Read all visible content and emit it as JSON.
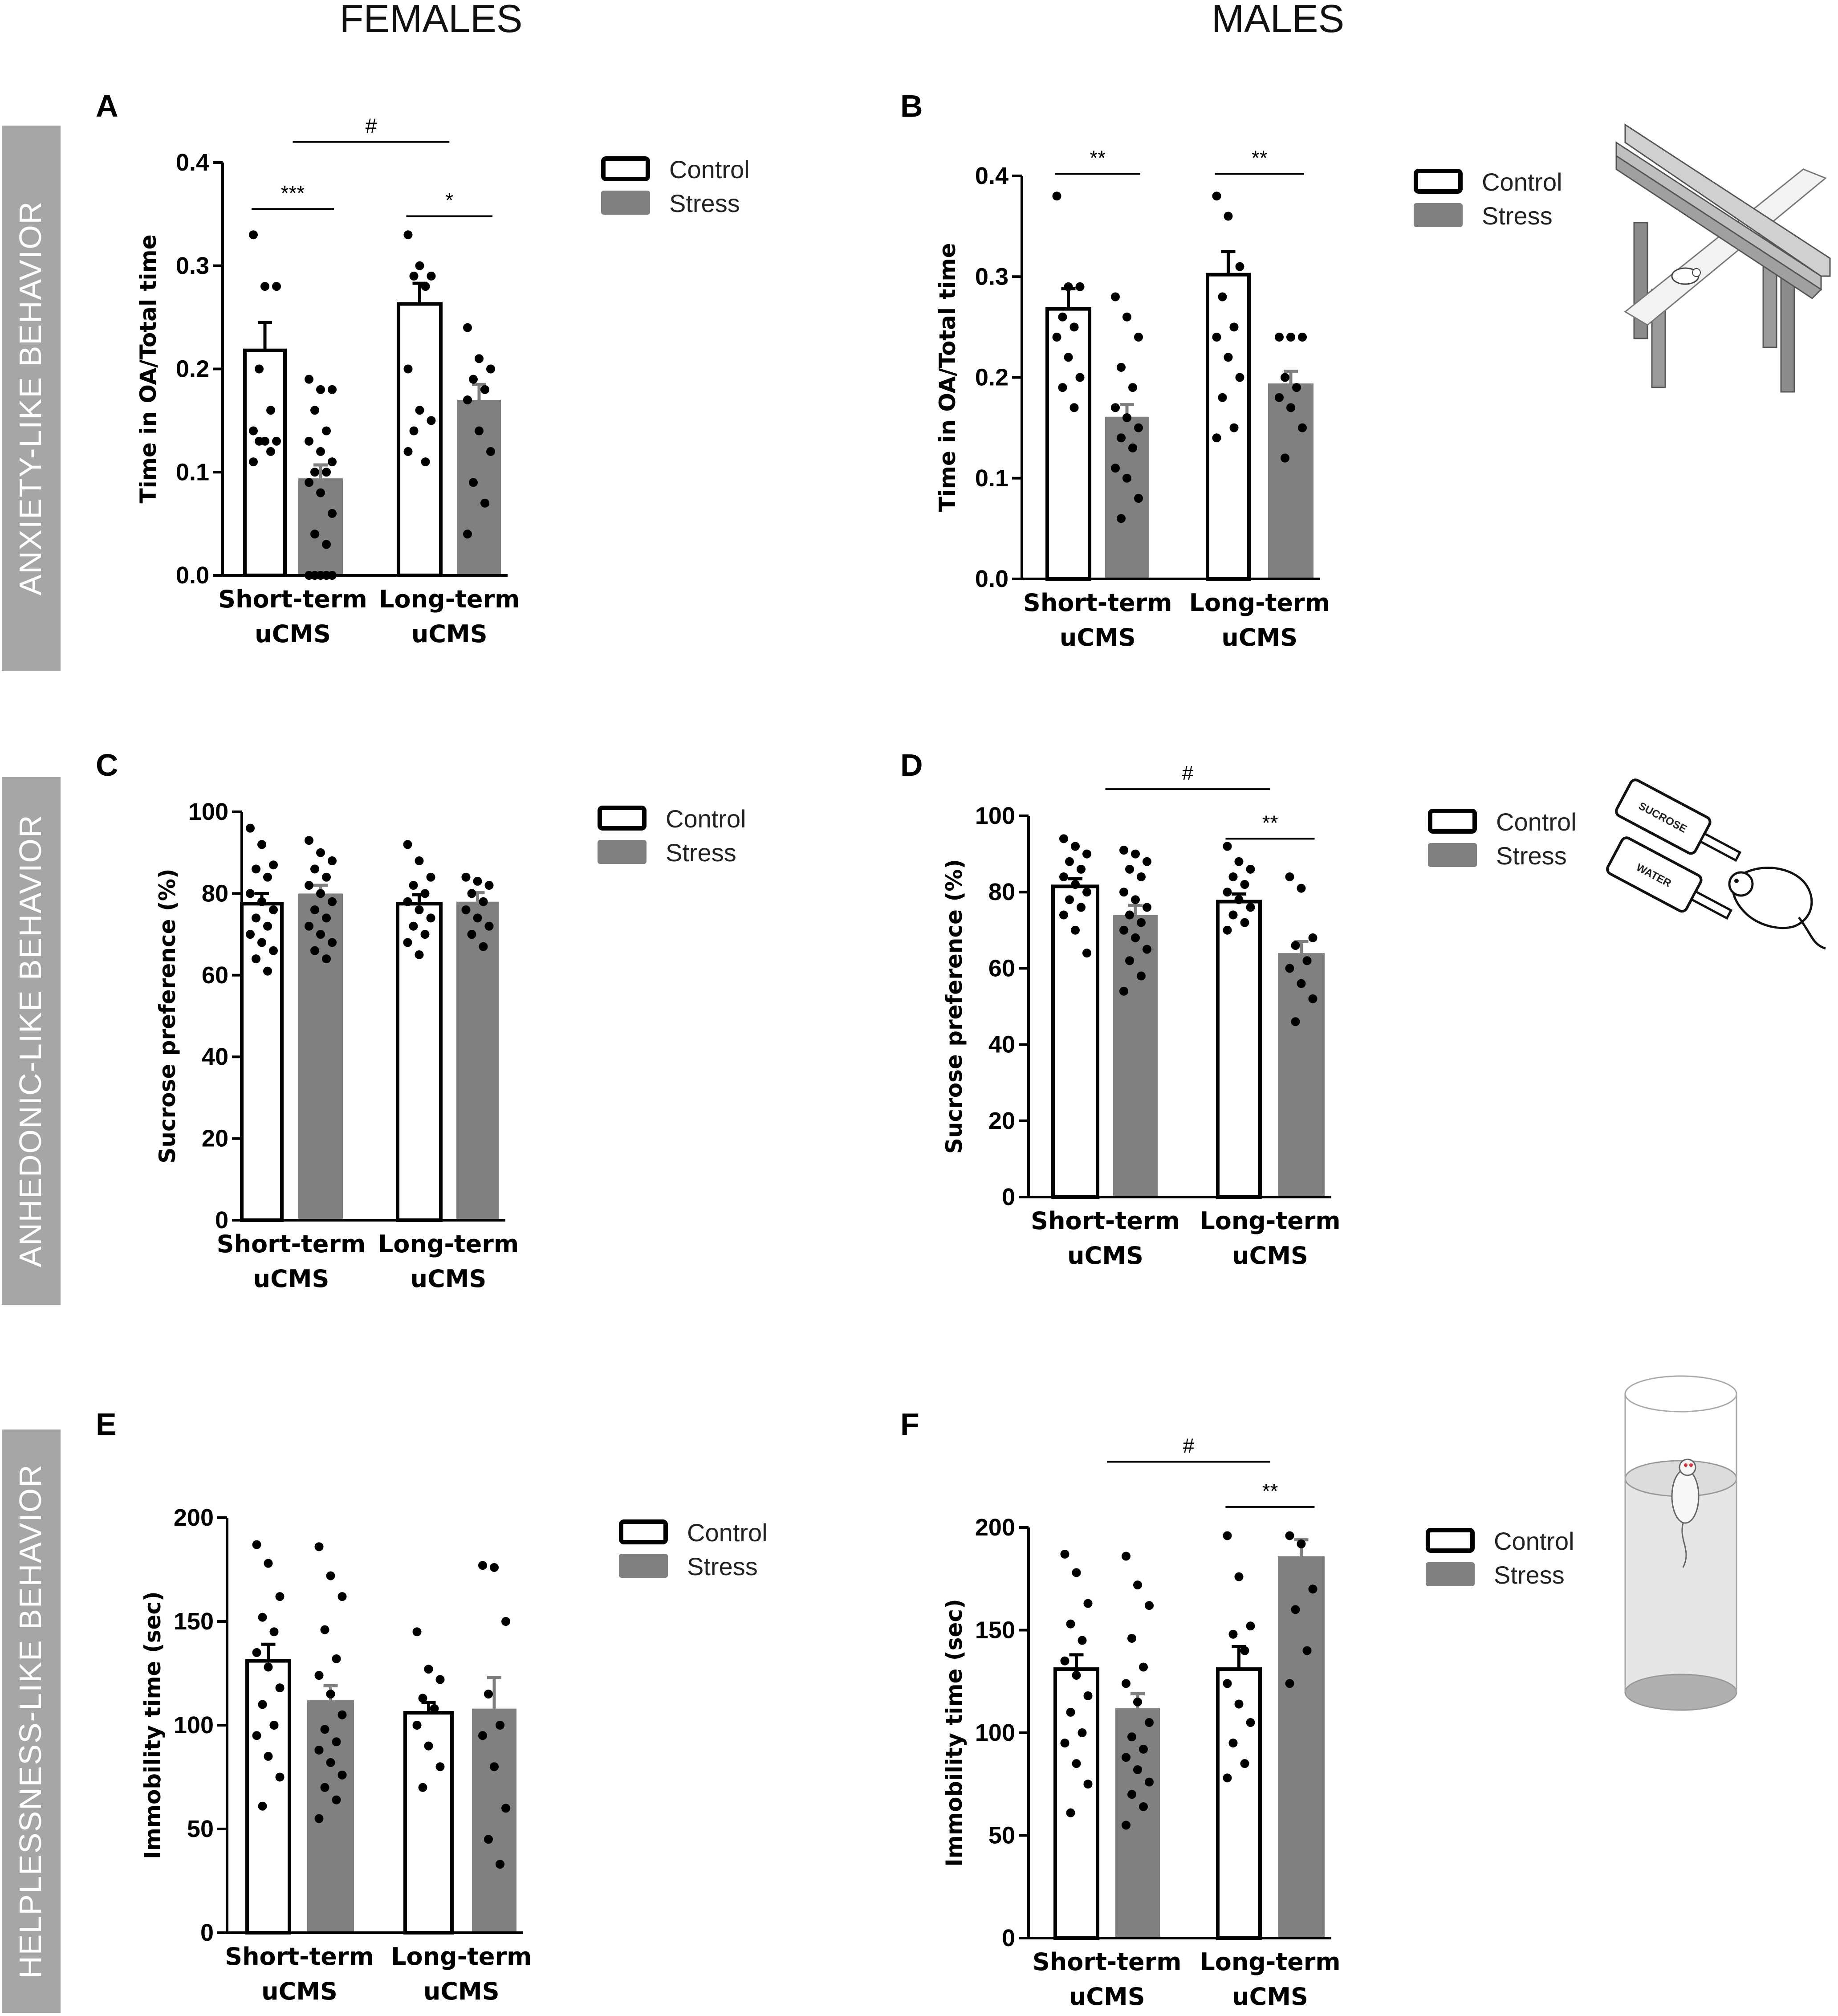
{
  "column_titles": [
    "FEMALES",
    "MALES"
  ],
  "row_labels": [
    "ANXIETY-LIKE BEHAVIOR",
    "ANHEDONIC-LIKE BEHAVIOR",
    "HELPLESSNESS-LIKE BEHAVIOR"
  ],
  "legend": {
    "control": "Control",
    "stress": "Stress"
  },
  "icons": {
    "sucrose_label": "SUCROSE",
    "water_label": "WATER"
  },
  "colors": {
    "stress_bar": "#808080",
    "control_bar": "#ffffff",
    "bar_outline": "#000000",
    "row_label_bg": "#a6a6a6"
  },
  "chart_data": [
    {
      "panel": "A",
      "type": "bar",
      "ylabel": "Time in OA/Total time",
      "categories": [
        "Short-term uCMS",
        "Long-term uCMS"
      ],
      "yticks": [
        "0.0",
        "0.1",
        "0.2",
        "0.3",
        "0.4"
      ],
      "ylim": [
        0,
        0.4
      ],
      "series": [
        {
          "name": "Control",
          "values": [
            0.218,
            0.263
          ],
          "sem": [
            0.027,
            0.02
          ],
          "points": [
            [
              0.33,
              0.28,
              0.28,
              0.2,
              0.16,
              0.14,
              0.13,
              0.13,
              0.13,
              0.12,
              0.11
            ],
            [
              0.33,
              0.3,
              0.29,
              0.29,
              0.28,
              0.2,
              0.16,
              0.15,
              0.14,
              0.11,
              0.12
            ]
          ]
        },
        {
          "name": "Stress",
          "values": [
            0.094,
            0.17
          ],
          "sem": [
            0.013,
            0.015
          ],
          "points": [
            [
              0.19,
              0.18,
              0.18,
              0.16,
              0.14,
              0.13,
              0.12,
              0.11,
              0.1,
              0.1,
              0.09,
              0.08,
              0.06,
              0.04,
              0.03,
              0,
              0,
              0,
              0,
              0
            ],
            [
              0.24,
              0.21,
              0.2,
              0.19,
              0.18,
              0.17,
              0.14,
              0.12,
              0.09,
              0.07,
              0.04
            ]
          ]
        }
      ],
      "significance": [
        {
          "label": "***",
          "from": [
            0,
            0
          ],
          "to": [
            0,
            1
          ],
          "y": 0.355
        },
        {
          "label": "*",
          "from": [
            1,
            0
          ],
          "to": [
            1,
            1
          ],
          "y": 0.348
        },
        {
          "label": "#",
          "from": [
            0,
            0.5
          ],
          "to": [
            1,
            0.5
          ],
          "y": 0.42
        }
      ]
    },
    {
      "panel": "B",
      "type": "bar",
      "ylabel": "Time in OA/Total time",
      "categories": [
        "Short-term uCMS",
        "Long-term uCMS"
      ],
      "yticks": [
        "0.0",
        "0.1",
        "0.2",
        "0.3",
        "0.4"
      ],
      "ylim": [
        0,
        0.4
      ],
      "series": [
        {
          "name": "Control",
          "values": [
            0.268,
            0.302
          ],
          "sem": [
            0.02,
            0.023
          ],
          "points": [
            [
              0.38,
              0.29,
              0.29,
              0.26,
              0.25,
              0.24,
              0.22,
              0.2,
              0.19,
              0.17
            ],
            [
              0.38,
              0.36,
              0.31,
              0.28,
              0.25,
              0.24,
              0.22,
              0.2,
              0.18,
              0.15,
              0.14
            ]
          ]
        },
        {
          "name": "Stress",
          "values": [
            0.161,
            0.194
          ],
          "sem": [
            0.012,
            0.012
          ],
          "points": [
            [
              0.28,
              0.26,
              0.24,
              0.21,
              0.19,
              0.17,
              0.16,
              0.15,
              0.14,
              0.13,
              0.11,
              0.1,
              0.08,
              0.06
            ],
            [
              0.24,
              0.24,
              0.24,
              0.2,
              0.19,
              0.18,
              0.17,
              0.15,
              0.12
            ]
          ]
        }
      ],
      "significance": [
        {
          "label": "**",
          "from": [
            0,
            0
          ],
          "to": [
            0,
            1
          ],
          "y": 0.402
        },
        {
          "label": "**",
          "from": [
            1,
            0
          ],
          "to": [
            1,
            1
          ],
          "y": 0.402
        }
      ]
    },
    {
      "panel": "C",
      "type": "bar",
      "ylabel": "Sucrose preference (%)",
      "categories": [
        "Short-term uCMS",
        "Long-term uCMS"
      ],
      "yticks": [
        "0",
        "20",
        "40",
        "60",
        "80",
        "100"
      ],
      "ylim": [
        0,
        100
      ],
      "series": [
        {
          "name": "Control",
          "values": [
            77.5,
            77.5
          ],
          "sem": [
            2.5,
            2.2
          ],
          "points": [
            [
              96,
              92,
              87,
              86,
              84,
              80,
              78,
              76,
              74,
              72,
              70,
              68,
              66,
              64,
              61
            ],
            [
              92,
              88,
              84,
              82,
              80,
              78,
              76,
              74,
              72,
              70,
              68,
              65
            ]
          ]
        },
        {
          "name": "Stress",
          "values": [
            80,
            78
          ],
          "sem": [
            2,
            2.2
          ],
          "points": [
            [
              93,
              90,
              88,
              86,
              84,
              82,
              80,
              78,
              76,
              74,
              72,
              70,
              68,
              66,
              64
            ],
            [
              84,
              83,
              82,
              80,
              78,
              76,
              74,
              72,
              70,
              67
            ]
          ]
        }
      ],
      "significance": []
    },
    {
      "panel": "D",
      "type": "bar",
      "ylabel": "Sucrose preference (%)",
      "categories": [
        "Short-term uCMS",
        "Long-term uCMS"
      ],
      "yticks": [
        "0",
        "20",
        "40",
        "60",
        "80",
        "100"
      ],
      "ylim": [
        0,
        100
      ],
      "series": [
        {
          "name": "Control",
          "values": [
            81.5,
            77.5
          ],
          "sem": [
            2,
            2
          ],
          "points": [
            [
              94,
              92,
              90,
              88,
              86,
              84,
              82,
              80,
              78,
              76,
              74,
              70,
              64
            ],
            [
              92,
              88,
              86,
              84,
              82,
              80,
              78,
              76,
              74,
              72,
              70
            ]
          ]
        },
        {
          "name": "Stress",
          "values": [
            74,
            64
          ],
          "sem": [
            2.5,
            3
          ],
          "points": [
            [
              91,
              90,
              88,
              86,
              84,
              80,
              78,
              76,
              74,
              72,
              70,
              68,
              65,
              62,
              58,
              54
            ],
            [
              84,
              81,
              68,
              66,
              62,
              60,
              56,
              52,
              46
            ]
          ]
        }
      ],
      "significance": [
        {
          "label": "**",
          "from": [
            1,
            0
          ],
          "to": [
            1,
            1
          ],
          "y": 94
        },
        {
          "label": "#",
          "from": [
            0,
            0.5
          ],
          "to": [
            1,
            0.5
          ],
          "y": 107
        }
      ]
    },
    {
      "panel": "E",
      "type": "bar",
      "ylabel": "Immobility time (sec)",
      "categories": [
        "Short-term uCMS",
        "Long-term uCMS"
      ],
      "yticks": [
        "0",
        "50",
        "100",
        "150",
        "200"
      ],
      "ylim": [
        0,
        200
      ],
      "series": [
        {
          "name": "Control",
          "values": [
            131,
            106
          ],
          "sem": [
            8,
            5
          ],
          "points": [
            [
              187,
              178,
              162,
              152,
              145,
              135,
              128,
              118,
              110,
              100,
              95,
              85,
              75,
              61
            ],
            [
              145,
              127,
              122,
              113,
              108,
              100,
              90,
              80,
              70
            ]
          ]
        },
        {
          "name": "Stress",
          "values": [
            112,
            108
          ],
          "sem": [
            7,
            15
          ],
          "points": [
            [
              186,
              172,
              162,
              146,
              132,
              124,
              115,
              105,
              98,
              92,
              88,
              82,
              76,
              70,
              64,
              55
            ],
            [
              177,
              176,
              150,
              115,
              100,
              95,
              80,
              60,
              45,
              33
            ]
          ]
        }
      ],
      "significance": []
    },
    {
      "panel": "F",
      "type": "bar",
      "ylabel": "Immobility time (sec)",
      "categories": [
        "Short-term uCMS",
        "Long-term uCMS"
      ],
      "yticks": [
        "0",
        "50",
        "100",
        "150",
        "200"
      ],
      "ylim": [
        0,
        200
      ],
      "series": [
        {
          "name": "Control",
          "values": [
            131,
            131
          ],
          "sem": [
            7,
            11
          ],
          "points": [
            [
              187,
              178,
              163,
              153,
              145,
              135,
              128,
              118,
              110,
              100,
              95,
              85,
              75,
              61
            ],
            [
              196,
              176,
              152,
              148,
              140,
              124,
              114,
              105,
              95,
              85,
              78
            ]
          ]
        },
        {
          "name": "Stress",
          "values": [
            112,
            186
          ],
          "sem": [
            7,
            8
          ],
          "points": [
            [
              186,
              172,
              162,
              146,
              132,
              124,
              115,
              105,
              98,
              92,
              88,
              82,
              76,
              70,
              64,
              55
            ],
            [
              196,
              192,
              170,
              160,
              140,
              124
            ]
          ]
        }
      ],
      "significance": [
        {
          "label": "**",
          "from": [
            1,
            0
          ],
          "to": [
            1,
            1
          ],
          "y": 210
        },
        {
          "label": "#",
          "from": [
            0,
            0.5
          ],
          "to": [
            1,
            0.5
          ],
          "y": 232
        }
      ]
    }
  ]
}
